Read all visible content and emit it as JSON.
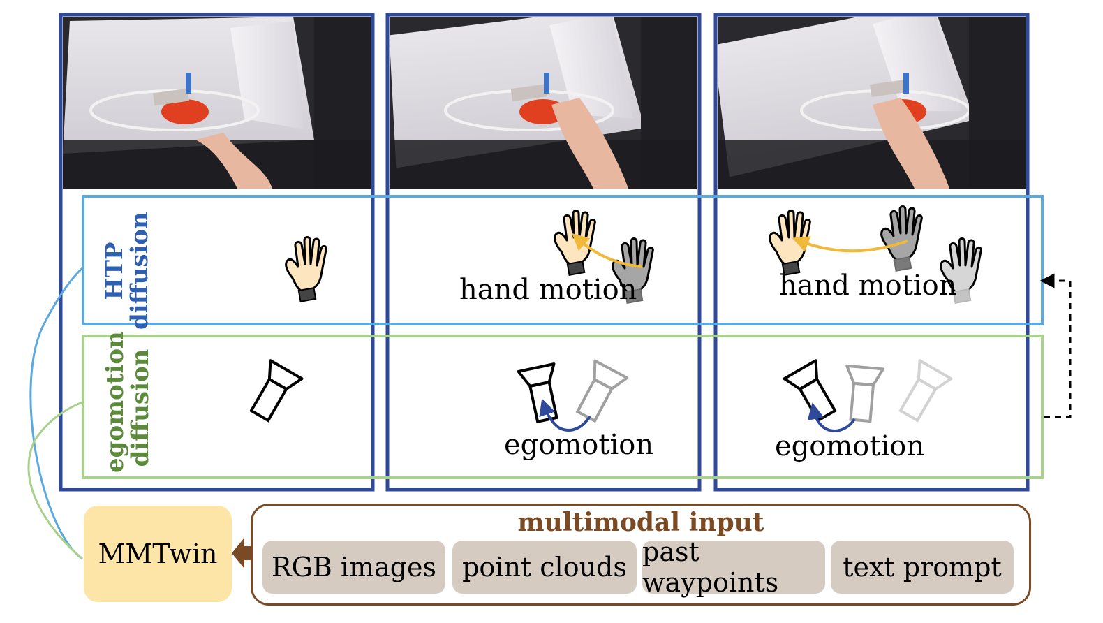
{
  "rows": {
    "htp_label_line1": "HTP",
    "htp_label_line2": "diffusion",
    "ego_label_line1": "egomotion",
    "ego_label_line2": "diffusion"
  },
  "annotations": {
    "hand_motion_2": "hand motion",
    "hand_motion_3": "hand motion",
    "egomotion_2": "egomotion",
    "egomotion_3": "egomotion"
  },
  "model": {
    "name": "MMTwin"
  },
  "input": {
    "title": "multimodal input",
    "items": [
      "RGB images",
      "point clouds",
      "past waypoints",
      "text prompt"
    ]
  },
  "colors": {
    "frame_border": "#2f4a9a",
    "htp_border": "#5aa9e0",
    "htp_text": "#2f5fb0",
    "ego_border": "#a8d18b",
    "ego_text": "#5a8a3a",
    "hand_arrow": "#f0b93a",
    "ego_arrow": "#2f4a9a",
    "input_border": "#7a4a24",
    "input_title": "#7b4a22",
    "chip_fill": "#d6cbc1",
    "mmtwin_fill": "#fde5a7"
  },
  "icons": [
    "hand-icon",
    "camera-icon"
  ]
}
